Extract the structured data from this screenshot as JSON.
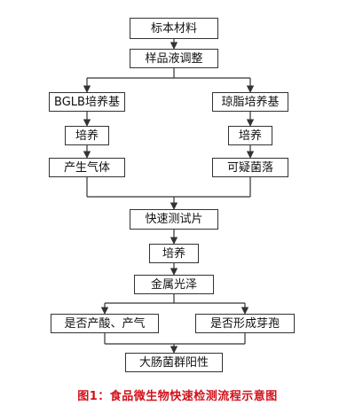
{
  "nodes": {
    "sample": "标本材料",
    "adjust": "样品液调整",
    "bglb": "BGLB培养基",
    "agar": "琼脂培养基",
    "culture_left": "培养",
    "culture_right": "培养",
    "gas": "产生气体",
    "colony": "可疑菌落",
    "rapid": "快速测试片",
    "culture_mid": "培养",
    "metal": "金属光泽",
    "acid": "是否产酸、产气",
    "spore": "是否形成芽孢",
    "positive": "大肠菌群阳性"
  },
  "caption": "图1：食品微生物快速检测流程示意图",
  "colors": {
    "line": "#333333",
    "caption": "#d0121b"
  }
}
